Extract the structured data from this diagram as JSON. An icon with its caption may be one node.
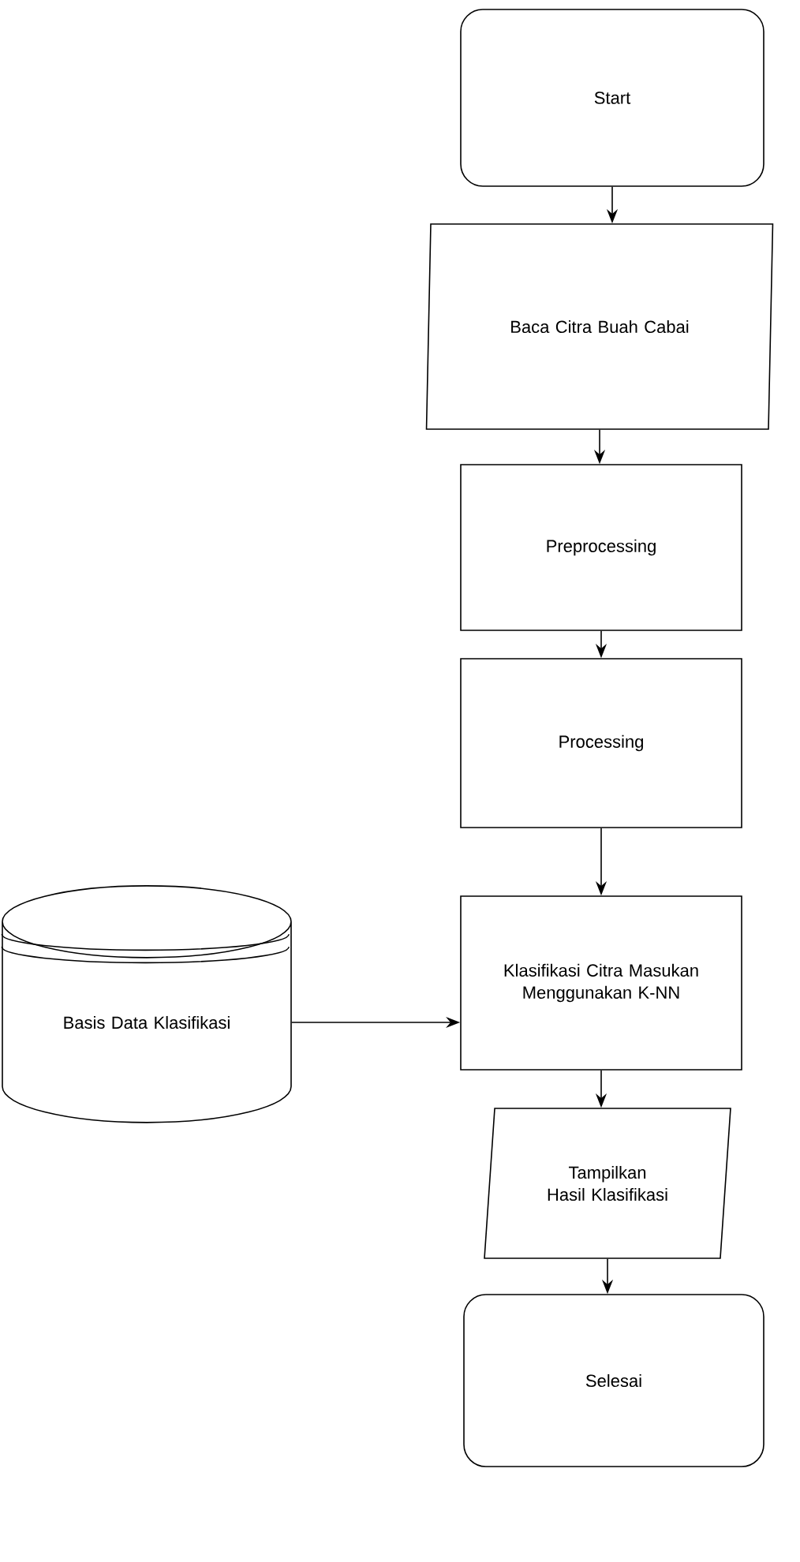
{
  "diagram": {
    "nodes": [
      {
        "text": [
          "Start"
        ]
      },
      {
        "text": [
          "Baca Citra Buah Cabai"
        ]
      },
      {
        "text": [
          "Preprocessing"
        ]
      },
      {
        "text": [
          "Processing"
        ]
      },
      {
        "text": [
          "Klasifikasi Citra Masukan Menggunakan K-NN"
        ]
      },
      {
        "text": [
          "Tampilkan Hasil Klasifikasi"
        ]
      },
      {
        "text": [
          "Selesai"
        ]
      },
      {
        "text": [
          "Basis Data Klasifikasi"
        ]
      }
    ],
    "edges": [
      {
        "from": 0,
        "to": 1,
        "arrow": "to"
      },
      {
        "from": 1,
        "to": 2,
        "arrow": "to"
      },
      {
        "from": 2,
        "to": 3,
        "arrow": "to"
      },
      {
        "from": 3,
        "to": 4,
        "arrow": "to"
      },
      {
        "from": 7,
        "to": 4,
        "arrow": "to"
      },
      {
        "from": 4,
        "to": 5,
        "arrow": "to"
      },
      {
        "from": 5,
        "to": 6,
        "arrow": "to"
      }
    ]
  }
}
